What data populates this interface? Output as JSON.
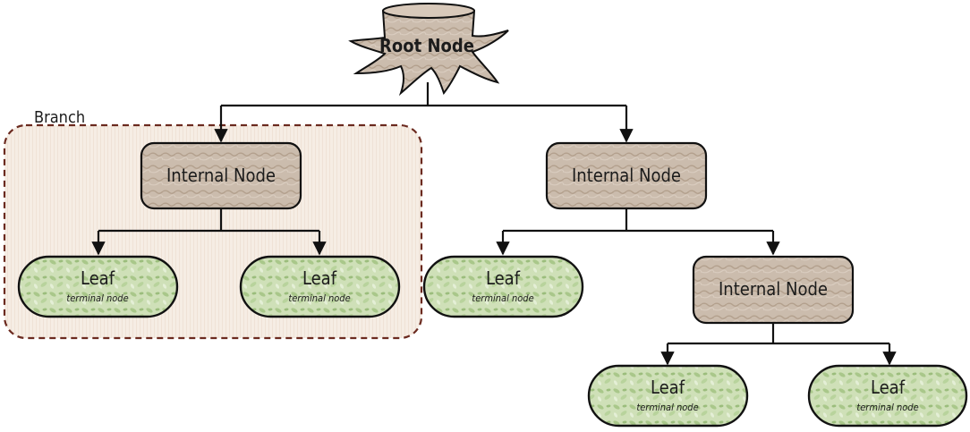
{
  "branch": {
    "label": "Branch"
  },
  "root": {
    "label": "Root Node"
  },
  "internal": [
    {
      "label": "Internal Node"
    },
    {
      "label": "Internal Node"
    },
    {
      "label": "Internal Node"
    }
  ],
  "leaves": [
    {
      "label": "Leaf",
      "sublabel": "terminal node"
    },
    {
      "label": "Leaf",
      "sublabel": "terminal node"
    },
    {
      "label": "Leaf",
      "sublabel": "terminal node"
    },
    {
      "label": "Leaf",
      "sublabel": "terminal node"
    },
    {
      "label": "Leaf",
      "sublabel": "terminal node"
    }
  ],
  "colors": {
    "branch_border": "#6b2a1f",
    "branch_fill": "#f5ebe2",
    "internal_fill": "#cbbcad",
    "leaf_fill": "#cfe0b8",
    "stump_fill": "#c6b3a1",
    "edge": "#111111"
  }
}
